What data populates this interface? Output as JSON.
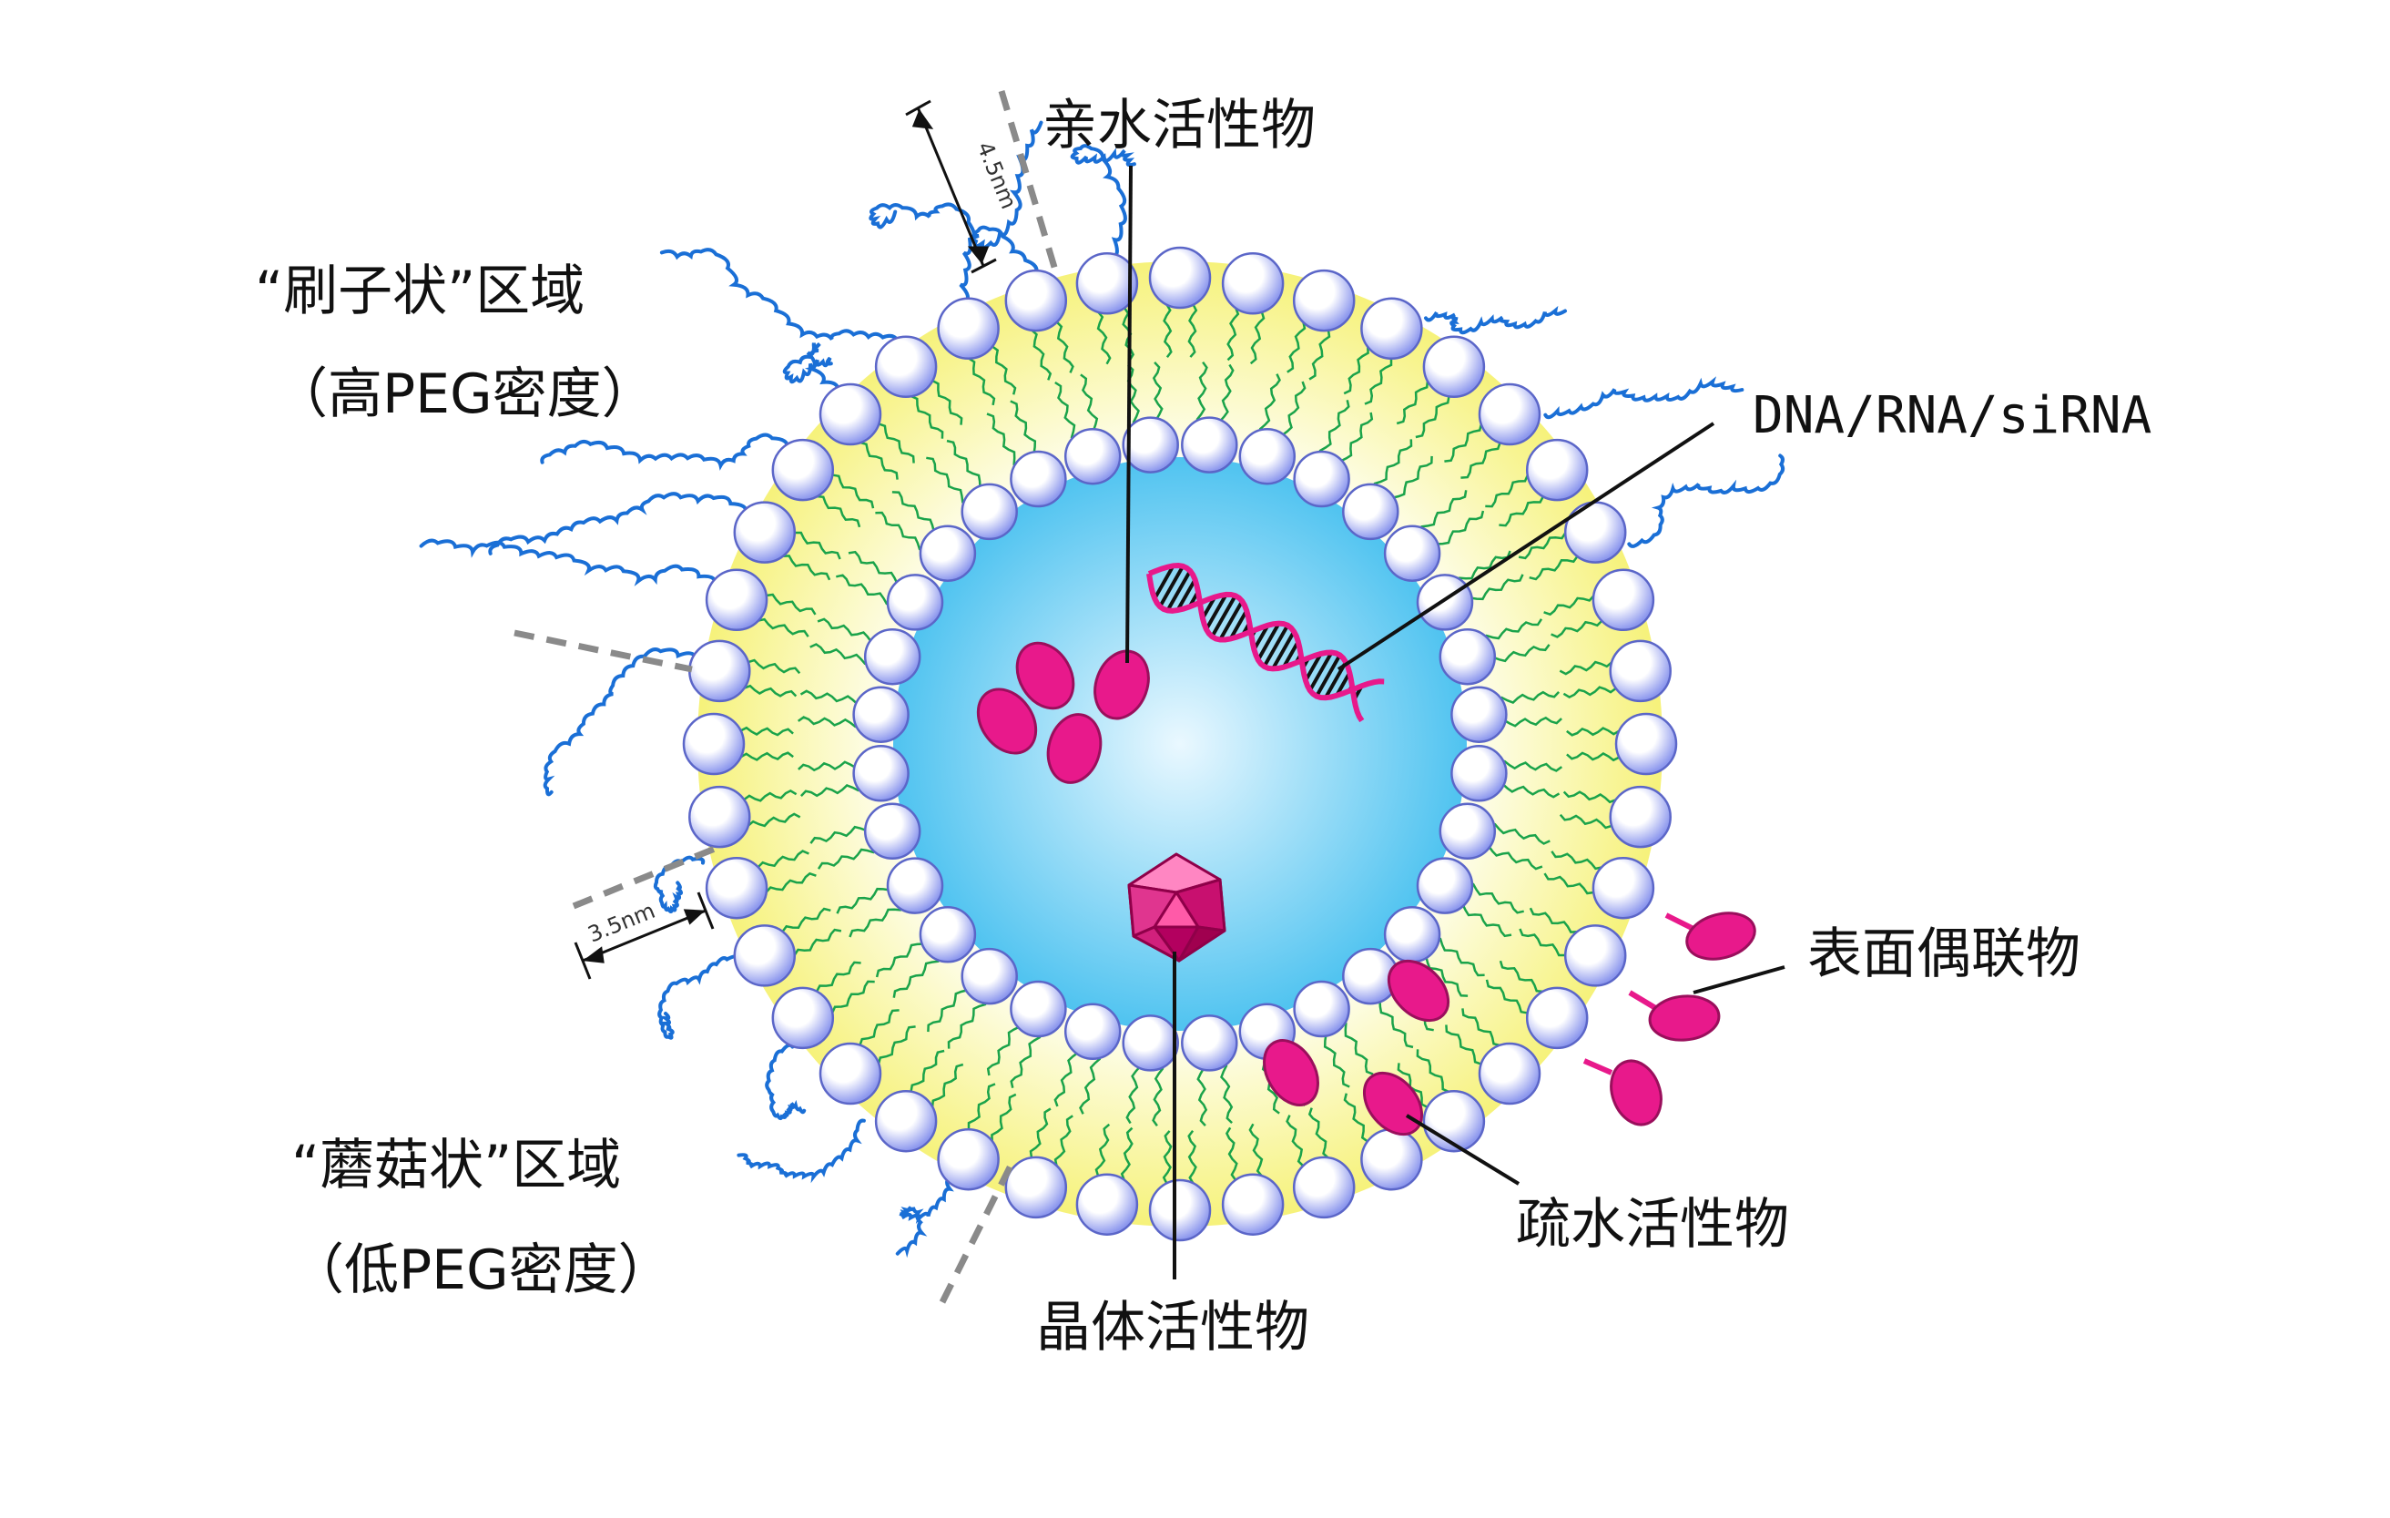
{
  "labels": {
    "hydrophilic": "亲水活性物",
    "nucleic": "DNA/RNA/siRNA",
    "brush_line1": "“刷子状”区域",
    "brush_line2": "（高PEG密度）",
    "mushroom_line1": "“蘑菇状”区域",
    "mushroom_line2": "（低PEG密度）",
    "surface_conjugate": "表面偶联物",
    "hydrophobic": "疏水活性物",
    "crystal": "晶体活性物"
  },
  "dimensions": {
    "outer": "4.5nm",
    "inner": "3.5nm"
  },
  "colors": {
    "head_group": "#8d98ee",
    "head_group_highlight": "#ffffff",
    "lipid_tail": "#1aa34a",
    "bilayer_fill": "#f6f27a",
    "core_center": "#eaf8ff",
    "core_edge": "#4fc3f0",
    "peg_chain": "#1a6fd6",
    "payload_pink": "#e8198b",
    "dna_strand": "#e8198b",
    "leader_line": "#111111",
    "dashed_boundary": "#8a8a8a"
  }
}
